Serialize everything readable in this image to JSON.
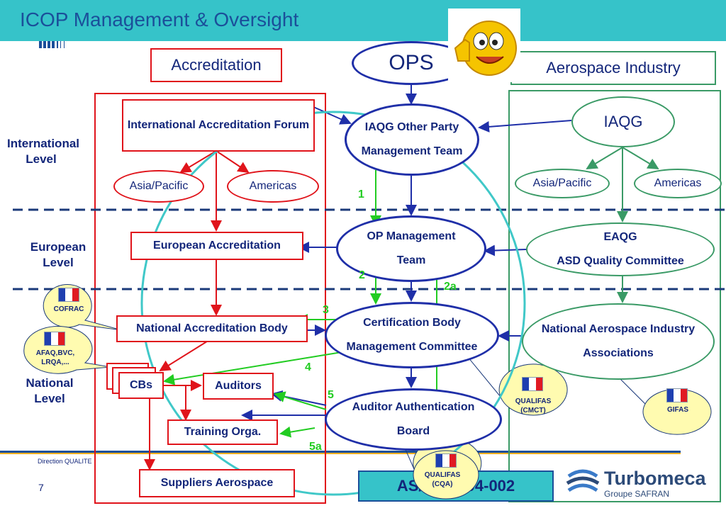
{
  "title": "ICOP Management & Oversight",
  "accreditation_label": "Accreditation",
  "aerospace_label": "Aerospace Industry",
  "ops_label": "OPS",
  "levels": {
    "international": "International Level",
    "european": "European Level",
    "national": "National Level"
  },
  "left": {
    "iaf": "International Accreditation Forum",
    "asia_pacific": "Asia/Pacific",
    "americas": "Americas",
    "european_accreditation": "European Accreditation",
    "national_accreditation_body": "National Accreditation Body",
    "cbs": "CBs",
    "auditors": "Auditors",
    "training": "Training Orga.",
    "suppliers": "Suppliers Aerospace"
  },
  "center": {
    "iaqg_opmt": "IAQG Other Party Management Team",
    "op_mt": "OP Management Team",
    "cbmc": "Certification Body Management Committee",
    "aab": "Auditor Authentication Board"
  },
  "right": {
    "iaqg": "IAQG",
    "asia_pacific": "Asia/Pacific",
    "americas": "Americas",
    "eaqg": "EAQG",
    "asd": "ASD Quality Committee",
    "naia": "National Aerospace Industry Associations"
  },
  "callouts": {
    "cofrac": "COFRAC",
    "afaq": "AFAQ,BVC, LRQA,...",
    "qualifas_cmct": "QUALIFAS (CMCT)",
    "gifas": "GIFAS",
    "qualifas_cqa": "QUALIFAS (CQA)"
  },
  "numbers": [
    "1",
    "2",
    "2a",
    "3",
    "4",
    "5",
    "5a"
  ],
  "standard": "AS/EN 9104-002",
  "footer": "Direction QUALITE",
  "page_number": "7",
  "brand": {
    "name": "Turbomeca",
    "sub": "Groupe SAFRAN"
  },
  "colors": {
    "header": "#36c3c9",
    "accreditation": "#e0141b",
    "industry": "#3a9a66",
    "ops": "#1f2fa8",
    "flow": "#22cc22"
  }
}
